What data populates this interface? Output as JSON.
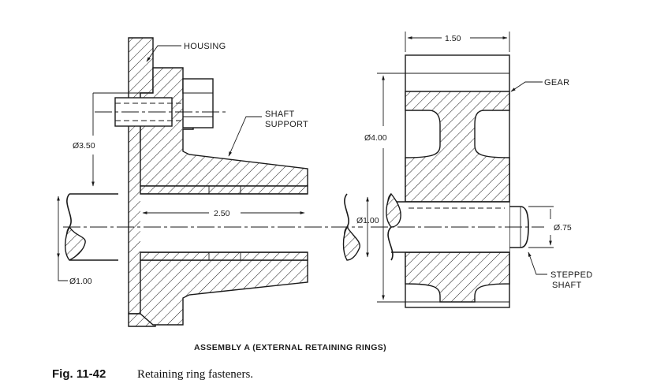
{
  "labels": {
    "housing": "HOUSING",
    "shaft_support_line1": "SHAFT",
    "shaft_support_line2": "SUPPORT",
    "gear": "GEAR",
    "stepped_shaft_line1": "STEPPED",
    "stepped_shaft_line2": "SHAFT"
  },
  "dimensions": {
    "support_diameter": "Ø3.50",
    "bore_length": "2.50",
    "shaft_diameter_left": "Ø1.00",
    "gear_width": "1.50",
    "gear_diameter": "Ø4.00",
    "shaft_diameter_right": "Ø1.00",
    "step_diameter": "Ø.75"
  },
  "caption": {
    "assembly_title": "ASSEMBLY A  (EXTERNAL RETAINING RINGS)",
    "figure_number": "Fig. 11-42",
    "figure_text": "Retaining ring fasteners."
  }
}
